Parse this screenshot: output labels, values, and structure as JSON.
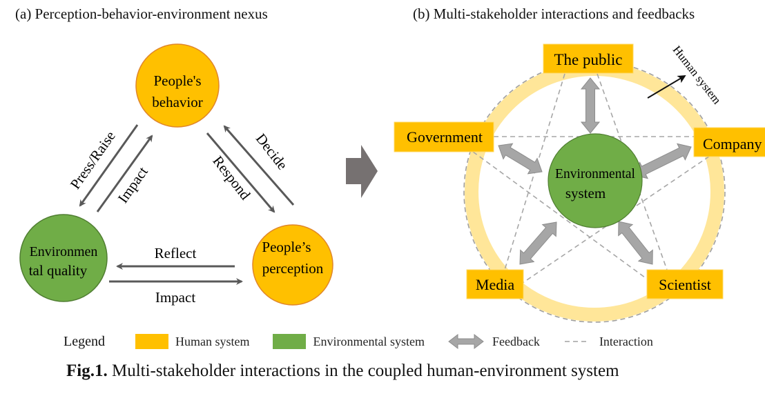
{
  "panel_a": {
    "title": "(a) Perception-behavior-environment nexus",
    "nodes": {
      "behavior": {
        "line1": "People's",
        "line2": "behavior",
        "system": "human"
      },
      "environment": {
        "line1": "Environmen",
        "line2": "tal quality",
        "system": "environmental"
      },
      "perception": {
        "line1": "People’s",
        "line2": "perception",
        "system": "human"
      }
    },
    "edges": {
      "press_raise": "Press/Raise",
      "impact_up": "Impact",
      "decide": "Decide",
      "respond": "Respond",
      "reflect": "Reflect",
      "impact_right": "Impact"
    }
  },
  "panel_b": {
    "title": "(b) Multi-stakeholder interactions and feedbacks",
    "center": {
      "line1": "Environmental",
      "line2": "system"
    },
    "ring_label": "Human system",
    "stakeholders": {
      "public": "The public",
      "government": "Government",
      "company": "Company",
      "media": "Media",
      "scientist": "Scientist"
    }
  },
  "legend": {
    "title": "Legend",
    "human": "Human system",
    "environmental": "Environmental system",
    "feedback": "Feedback",
    "interaction": "Interaction"
  },
  "caption": {
    "label": "Fig.1.",
    "text": " Multi-stakeholder interactions in the coupled human-environment system"
  },
  "colors": {
    "human": "#FFC000",
    "human_border": "#E0862A",
    "environmental": "#70AD47",
    "environmental_border": "#507E32",
    "ring": "#FFE699",
    "arrow": "#A6A6A6",
    "arrow_border": "#8C8C8C",
    "dark_arrow": "#767171",
    "line_arrow": "#595959",
    "dash": "#A0A0A0"
  }
}
